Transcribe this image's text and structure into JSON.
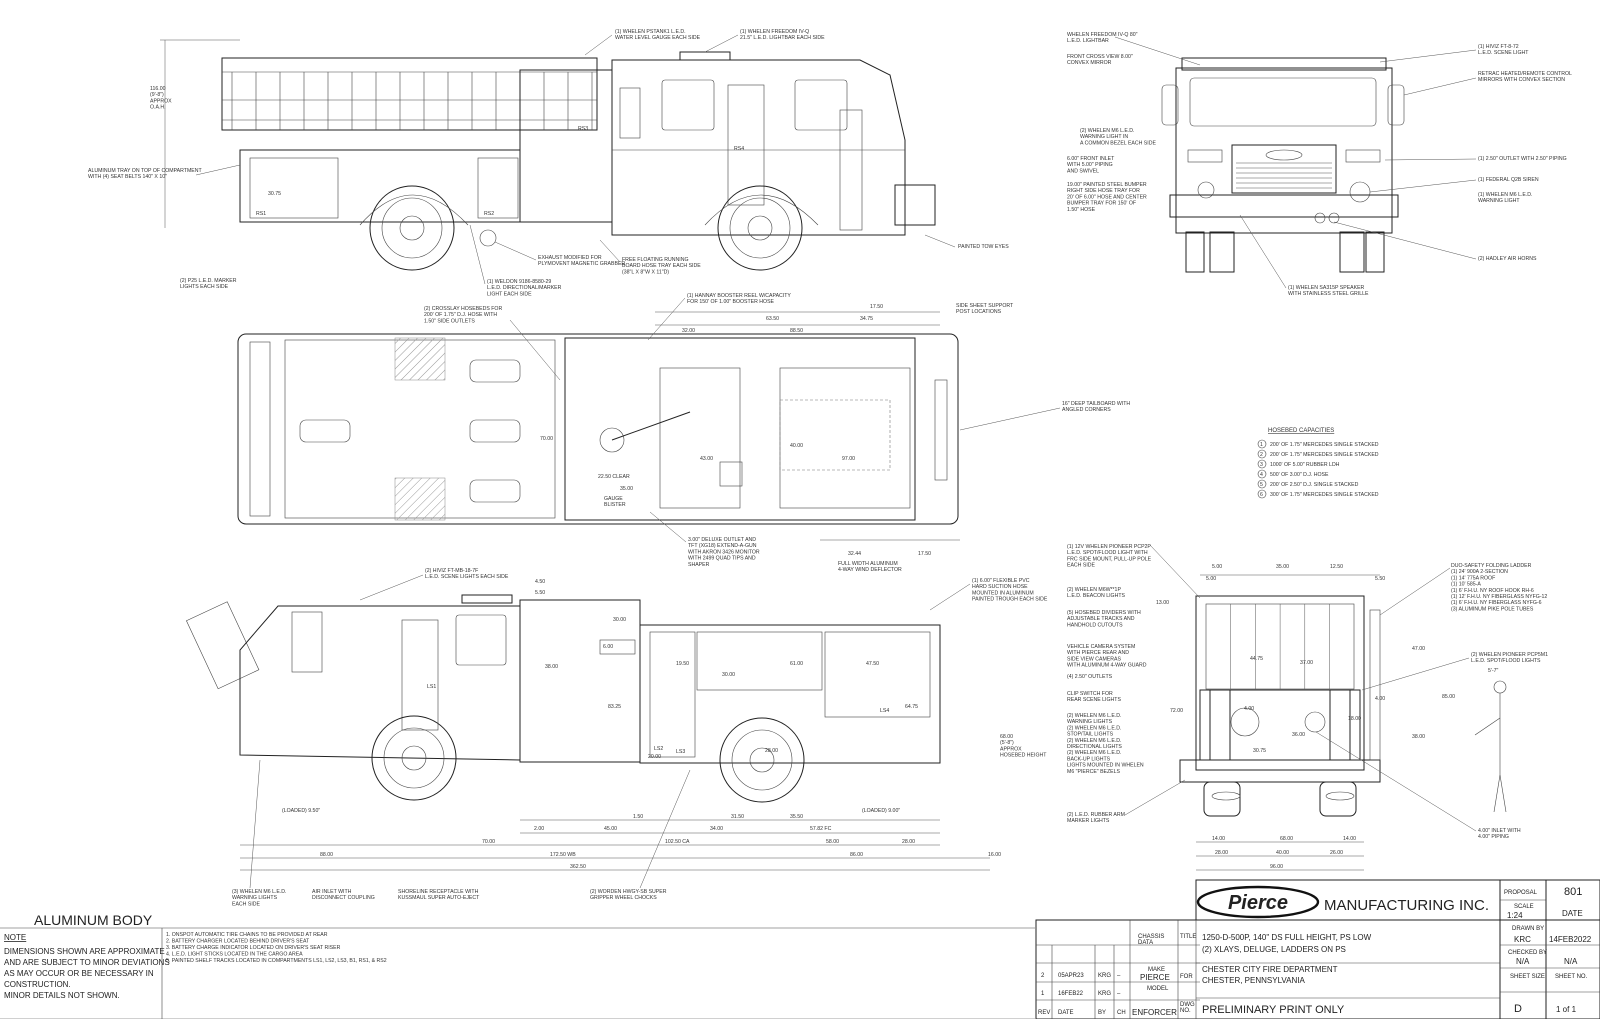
{
  "views": {
    "side_left": {
      "dims": {
        "height": "116.00\n(9'-8\")\nAPPROX\nO.A.H.",
        "compartment": "30.75"
      },
      "callouts": [
        "(1) WHELEN PSTANK1 L.E.D.\nWATER LEVEL GAUGE EACH SIDE",
        "(1) WHELEN FREEDOM IV-Q\n21.5\" L.E.D. LIGHTBAR EACH SIDE",
        "ALUMINUM TRAY ON TOP OF COMPARTMENT\nWITH (4) SEAT BELTS 140\" X 10\"",
        "EXHAUST MODIFIED FOR\nPLYMOVENT MAGNETIC GRABBER",
        "FREE FLOATING RUNNING\nBOARD HOSE TRAY EACH SIDE\n(38\"L X 8\"W X 11\"D)",
        "PAINTED TOW EYES",
        "(2) P25 L.E.D. MARKER\nLIGHTS EACH SIDE",
        "(1) WELDON 9186-8580-29\nL.E.D. DIRECTIONAL/MARKER\nLIGHT EACH SIDE"
      ],
      "labels": [
        "RS1",
        "RS2",
        "RS3",
        "RS4"
      ]
    },
    "front": {
      "callouts": [
        "WHELEN FREEDOM IV-Q 80\"\nL.E.D. LIGHTBAR",
        "FRONT CROSS VIEW 8.00\"\nCONVEX MIRROR",
        "(1) HIVIZ FT-8-72\nL.E.D. SCENE LIGHT",
        "RETRAC HEATED/REMOTE CONTROL\nMIRRORS WITH CONVEX SECTION",
        "(2) WHELEN M6 L.E.D.\nWARNING LIGHT IN\nA COMMON BEZEL EACH SIDE",
        "6.00\" FRONT INLET\nWITH 5.00\" PIPING\nAND SWIVEL",
        "19.00\" PAINTED STEEL BUMPER\nRIGHT SIDE HOSE TRAY FOR\n20' OF 6.00\" HOSE AND CENTER\nBUMPER TRAY FOR 150' OF\n1.50\" HOSE",
        "(1) 2.50\" OUTLET WITH 2.50\" PIPING",
        "(1) FEDERAL Q2B SIREN",
        "(1) WHELEN M6 L.E.D.\nWARNING LIGHT",
        "(2) HADLEY AIR HORNS",
        "(1) WHELEN SA315P SPEAKER\nWITH STAINLESS STEEL GRILLE"
      ]
    },
    "top": {
      "dims": [
        "17.50",
        "63.50",
        "34.75",
        "32.00",
        "88.50",
        "70.00",
        "40.00",
        "43.00",
        "97.00",
        "22.50 CLEAR",
        "35.00",
        "32.44",
        "17.50"
      ],
      "callouts": [
        "(1) HANNAY BOOSTER REEL W/CAPACITY\nFOR 150' OF 1.00\" BOOSTER HOSE",
        "SIDE SHEET SUPPORT\nPOST LOCATIONS",
        "(2) CROSSLAY HOSEBEDS FOR\n200' OF 1.75\" D.J. HOSE WITH\n1.50\" SIDE OUTLETS",
        "16\" DEEP TAILBOARD WITH\nANGLED CORNERS",
        "GAUGE\nBLISTER",
        "3.00\" DELUXE OUTLET AND\nTFT (XG18) EXTEND-A-GUN\nWITH AKRON 3426 MONITOR\nWITH 2499 QUAD TIPS AND\nSHAPER",
        "FULL WIDTH ALUMINUM\n4-WAY WIND DEFLECTOR"
      ]
    },
    "hosebed": {
      "title": "HOSEBED CAPACITIES",
      "items": [
        {
          "n": "1",
          "text": "200' OF 1.75\" MERCEDES SINGLE STACKED"
        },
        {
          "n": "2",
          "text": "200' OF 1.75\" MERCEDES SINGLE STACKED"
        },
        {
          "n": "3",
          "text": "1000' OF 5.00\" RUBBER LDH"
        },
        {
          "n": "4",
          "text": "500' OF 3.00\" D.J. HOSE"
        },
        {
          "n": "5",
          "text": "200' OF 2.50\" D.J. SINGLE STACKED"
        },
        {
          "n": "6",
          "text": "300' OF 1.75\" MERCEDES SINGLE STACKED"
        }
      ]
    },
    "side_right": {
      "dims": [
        "4.50",
        "5.50",
        "30.00",
        "6.00",
        "19.50",
        "30.00",
        "61.00",
        "47.50",
        "38.00",
        "83.25",
        "64.75",
        "20.00",
        "28.00",
        "1.50",
        "31.50",
        "35.50",
        "2.00",
        "45.00",
        "34.00",
        "57.82 FC",
        "70.00",
        "102.50 CA",
        "58.00",
        "28.00",
        "88.00",
        "172.50 WB",
        "86.00",
        "16.00",
        "362.50"
      ],
      "loaded_left": "(LOADED) 9.50\"",
      "loaded_right": "(LOADED) 9.00\"",
      "hosebed_height": "68.00\n(5'-8\")\nAPPROX\nHOSEBED HEIGHT",
      "callouts": [
        "(2) HIVIZ FT-MB-18-7F\nL.E.D. SCENE LIGHTS EACH SIDE",
        "(1) 6.00\" FLEXIBLE PVC\nHARD SUCTION HOSE\nMOUNTED IN ALUMINUM\nPAINTED TROUGH EACH SIDE",
        "(3) WHELEN M6 L.E.D.\nWARNING LIGHTS\nEACH SIDE",
        "AIR INLET WITH\nDISCONNECT COUPLING",
        "SHORELINE RECEPTACLE WITH\nKUSSMAUL SUPER AUTO-EJECT",
        "(2) WORDEN HWGY-SB SUPER\nGRIPPER WHEEL CHOCKS"
      ],
      "labels": [
        "LS1",
        "LS2",
        "LS3",
        "LS4"
      ]
    },
    "rear": {
      "dims_top": [
        "5.00",
        "35.00",
        "12.50",
        "5.00",
        "5.50"
      ],
      "dims": [
        "13.00",
        "44.75",
        "37.00",
        "47.00",
        "85.00",
        "72.00",
        "4.00",
        "36.00",
        "18.00",
        "30.75",
        "38.00",
        "4.00",
        "5'-7\""
      ],
      "dims_bottom": [
        "14.00",
        "68.00",
        "14.00",
        "28.00",
        "40.00",
        "26.00",
        "96.00"
      ],
      "callouts": [
        "(1) 12V WHELEN PIONEER PCP2P\nL.E.D. SPOT/FLOOD LIGHT WITH\nFRC SIDE MOUNT, PULL-UP POLE\nEACH SIDE",
        "(2) WHELEN M6W**1P\nL.E.D. BEACON LIGHTS",
        "(5) HOSEBED DIVIDERS WITH\nADJUSTABLE TRACKS AND\nHANDHOLD CUTOUTS",
        "VEHICLE CAMERA SYSTEM\nWITH PIERCE REAR AND\nSIDE VIEW CAMERAS\nWITH ALUMINUM 4-WAY GUARD",
        "(4) 2.50\" OUTLETS",
        "CLIP SWITCH FOR\nREAR SCENE LIGHTS",
        "(2) WHELEN M6 L.E.D.\nWARNING LIGHTS\n(2) WHELEN M6 L.E.D.\nSTOP/TAIL LIGHTS\n(2) WHELEN M6 L.E.D.\nDIRECTIONAL LIGHTS\n(2) WHELEN M6 L.E.D.\nBACK-UP LIGHTS\nLIGHTS MOUNTED IN WHELEN\nM6 \"PIERCE\" BEZELS",
        "(2) L.E.D. RUBBER ARM\nMARKER LIGHTS",
        "DUO-SAFETY FOLDING LADDER\n(1) 24' 900A 2-SECTION\n(1) 14' 775A ROOF\n(1) 10' 585-A\n(1) 6' F.H.U. NY ROOF HOOK RH-6\n(1) 12' F.H.U. NY FIBERGLASS NYFG-12\n(1) 6' F.H.U. NY FIBERGLASS NYFG-6\n(3) ALUMINUM PIKE POLE TUBES",
        "(2) WHELEN PIONEER PCP5M1\nL.E.D. SPOT/FLOOD LIGHTS",
        "4.00\" INLET WITH\n4.00\" PIPING"
      ]
    }
  },
  "body_type": "ALUMINUM BODY",
  "notes": {
    "heading": "NOTE",
    "text": "DIMENSIONS SHOWN ARE APPROXIMATE\nAND ARE SUBJECT TO MINOR DEVIATIONS\nAS MAY OCCUR OR BE NECESSARY IN\nCONSTRUCTION.\nMINOR DETAILS NOT SHOWN.",
    "list": [
      "1. ONSPOT AUTOMATIC TIRE CHAINS TO BE PROVIDED AT REAR",
      "2. BATTERY CHARGER LOCATED BEHIND DRIVER'S SEAT",
      "3. BATTERY CHARGE INDICATOR LOCATED ON DRIVER'S SEAT RISER",
      "4. L.E.D. LIGHT STICKS LOCATED IN THE CARGO AREA",
      "5. PAINTED SHELF TRACKS LOCATED IN COMPARTMENTS LS1, LS2, LS3, B1, RS1, & RS2"
    ]
  },
  "title_block": {
    "company": "MANUFACTURING INC.",
    "logo": "Pierce",
    "proposal_label": "PROPOSAL",
    "proposal": "801",
    "scale_label": "SCALE",
    "scale": "1:24",
    "date_label": "DATE",
    "drawn_by_label": "DRAWN BY",
    "drawn_by": "KRC",
    "date": "14FEB2022",
    "checked_by_label": "CHECKED BY",
    "checked_by": "N/A",
    "checked_date": "N/A",
    "sheet_size_label": "SHEET SIZE",
    "sheet_size": "D",
    "sheet_no_label": "SHEET NO.",
    "sheet_no": "1 of 1",
    "chassis_label": "CHASSIS\nDATA",
    "title_label": "TITLE",
    "title": "1250-D-500P, 140\" DS FULL HEIGHT, PS LOW\n(2) XLAYS, DELUGE, LADDERS ON PS",
    "make_label": "MAKE",
    "make": "PIERCE",
    "for_label": "FOR",
    "for": "CHESTER CITY FIRE DEPARTMENT\nCHESTER, PENNSYLVANIA",
    "model_label": "MODEL",
    "model": "ENFORCER",
    "dwg_label": "DWG\nNO.",
    "dwg": "PRELIMINARY PRINT ONLY",
    "rev_headers": [
      "REV",
      "DATE",
      "BY",
      "CH"
    ],
    "revisions": [
      {
        "rev": "2",
        "date": "05APR23",
        "by": "KRG",
        "ch": "–"
      },
      {
        "rev": "1",
        "date": "16FEB22",
        "by": "KRG",
        "ch": "–"
      }
    ]
  }
}
